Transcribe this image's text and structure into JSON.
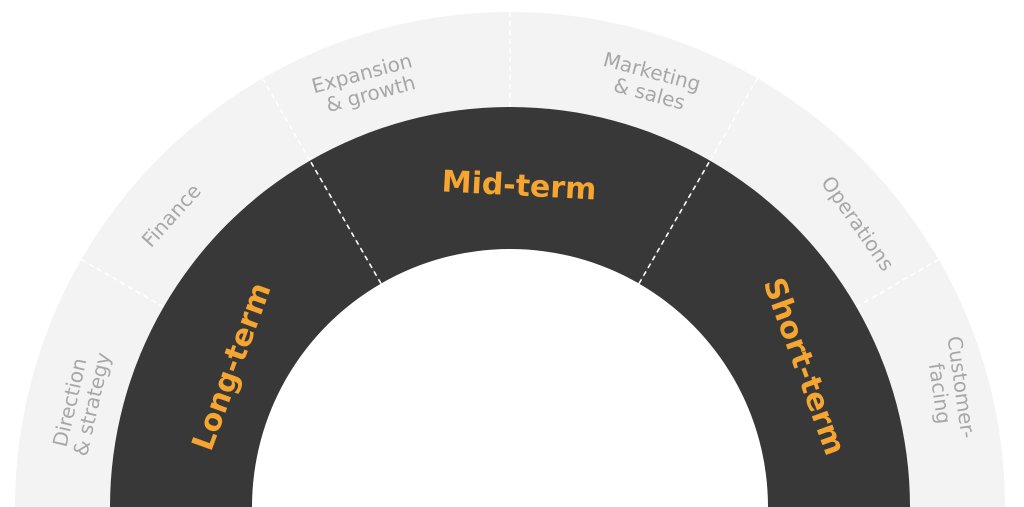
{
  "diagram": {
    "inner_ring": {
      "color": "#383838",
      "label_color": "#f5a530",
      "segments": [
        {
          "label": "Long-term"
        },
        {
          "label": "Mid-term"
        },
        {
          "label": "Short-term"
        }
      ]
    },
    "outer_ring": {
      "color": "#f3f3f3",
      "label_color": "#a7a7a7",
      "segments": [
        {
          "lines": [
            "Direction",
            "& strategy"
          ]
        },
        {
          "lines": [
            "Finance"
          ]
        },
        {
          "lines": [
            "Expansion",
            "& growth"
          ]
        },
        {
          "lines": [
            "Marketing",
            "& sales"
          ]
        },
        {
          "lines": [
            "Operations"
          ]
        },
        {
          "lines": [
            "Customer-",
            "facing"
          ]
        }
      ]
    }
  }
}
